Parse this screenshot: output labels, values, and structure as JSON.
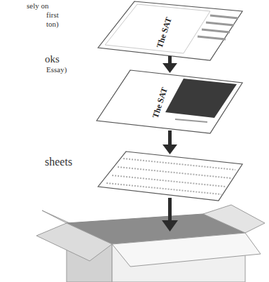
{
  "diagram": {
    "labels": [
      "sely on",
      "first",
      "ton)",
      "oks",
      "Essay)",
      "sheets",
      "The SAT",
      "The SAT"
    ]
  }
}
